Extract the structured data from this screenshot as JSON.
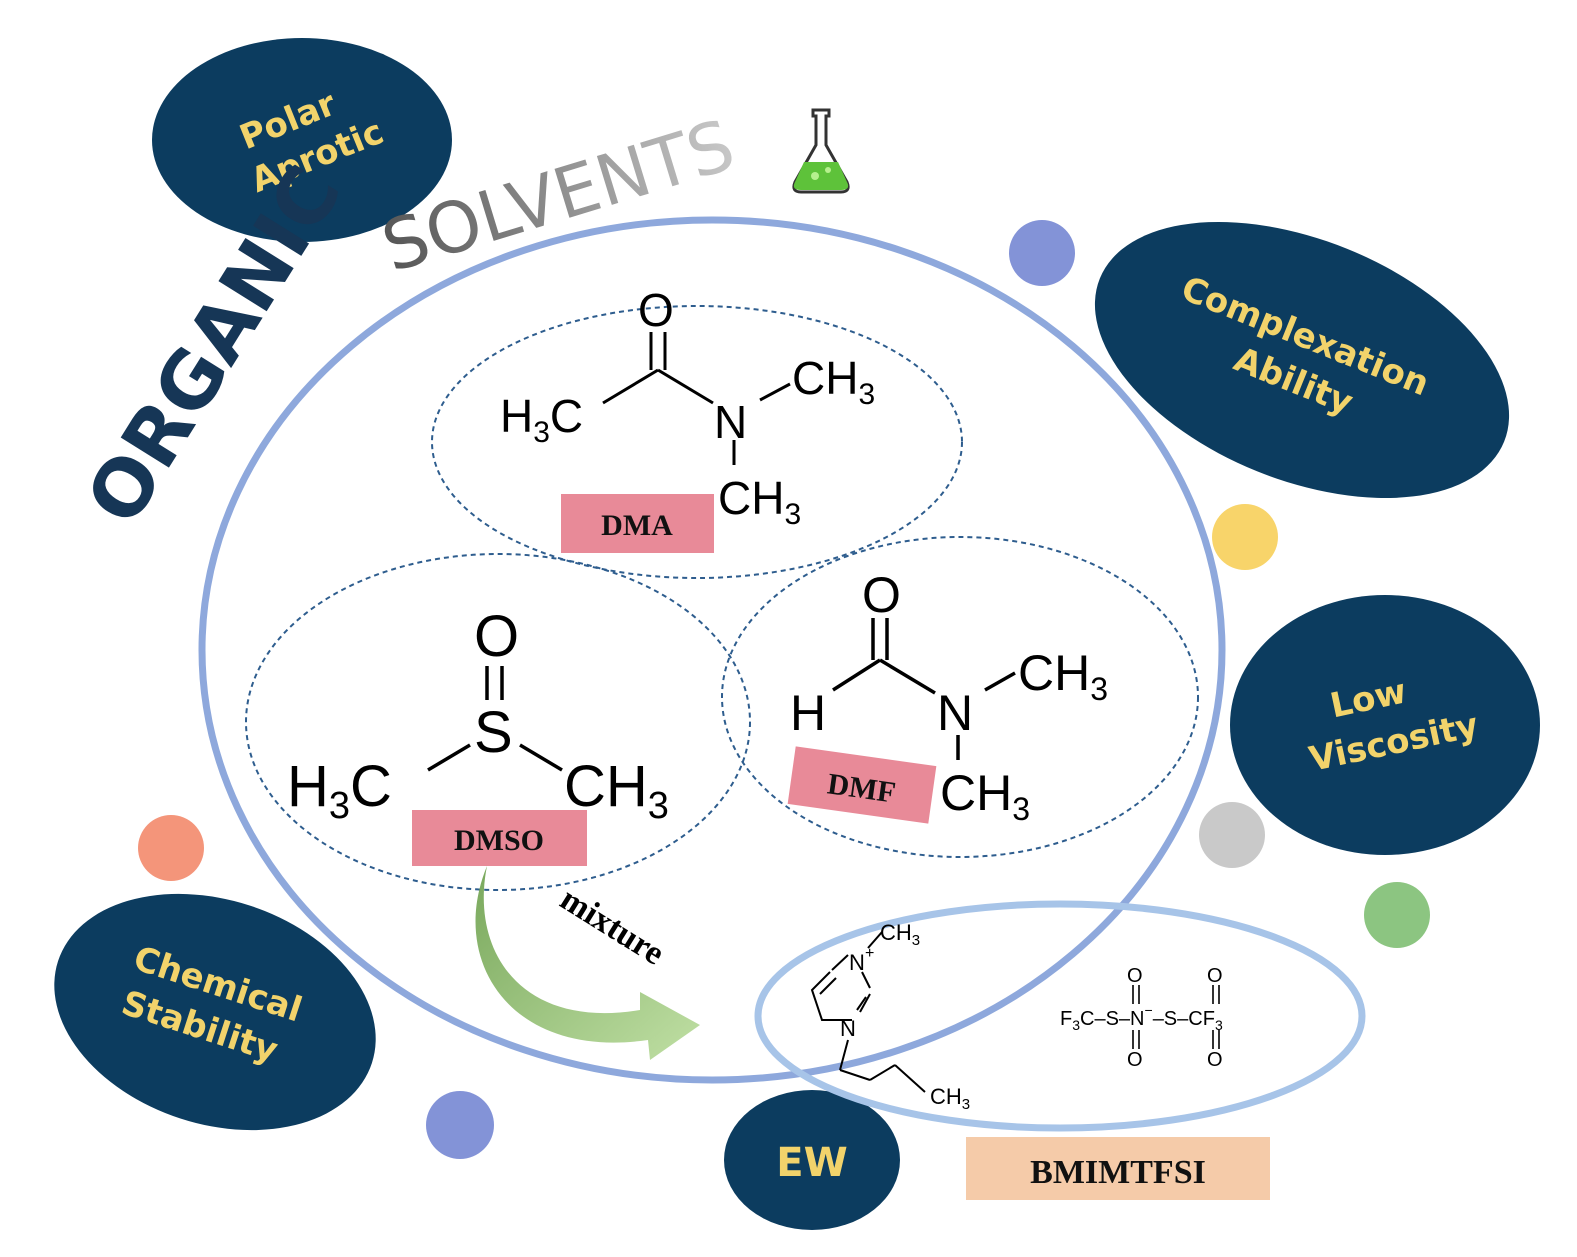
{
  "title": {
    "part1": "ORGANIC",
    "part2": "SOLVENTS"
  },
  "properties": {
    "polar_aprotic": [
      "Polar",
      "Aprotic"
    ],
    "complexation": [
      "Complexation",
      "Ability"
    ],
    "low_viscosity": [
      "Low",
      "Viscosity"
    ],
    "chemical_stability": [
      "Chemical",
      "Stability"
    ],
    "ew": "EW"
  },
  "molecules": {
    "dma": {
      "label": "DMA",
      "atoms": {
        "o": "O",
        "n": "N",
        "h3c": "H3C",
        "ch3_top": "CH3",
        "ch3_bottom": "CH3"
      }
    },
    "dmso": {
      "label": "DMSO",
      "atoms": {
        "o": "O",
        "s": "S",
        "h3c": "H3C",
        "ch3": "CH3"
      }
    },
    "dmf": {
      "label": "DMF",
      "atoms": {
        "o": "O",
        "h": "H",
        "n": "N",
        "ch3_top": "CH3",
        "ch3_bottom": "CH3"
      }
    },
    "bmimtfsi": {
      "label": "BMIMTFSI",
      "cation": {
        "n_plus": "N",
        "n": "N",
        "plus": "+",
        "ch3_top": "CH3",
        "ch3_bottom": "CH3"
      },
      "anion": "F3C–S–N–S–CF3"
    }
  },
  "arrow_label": "mixture",
  "colors": {
    "navy": "#0c3c5f",
    "pill_text": "#f2d36b",
    "big_circle": "#8ea8dc",
    "il_circle": "#a7c4e8",
    "label_pink": "#e88a98",
    "label_peach": "#f5cba9",
    "arrow_green": "#8cbf6a"
  }
}
